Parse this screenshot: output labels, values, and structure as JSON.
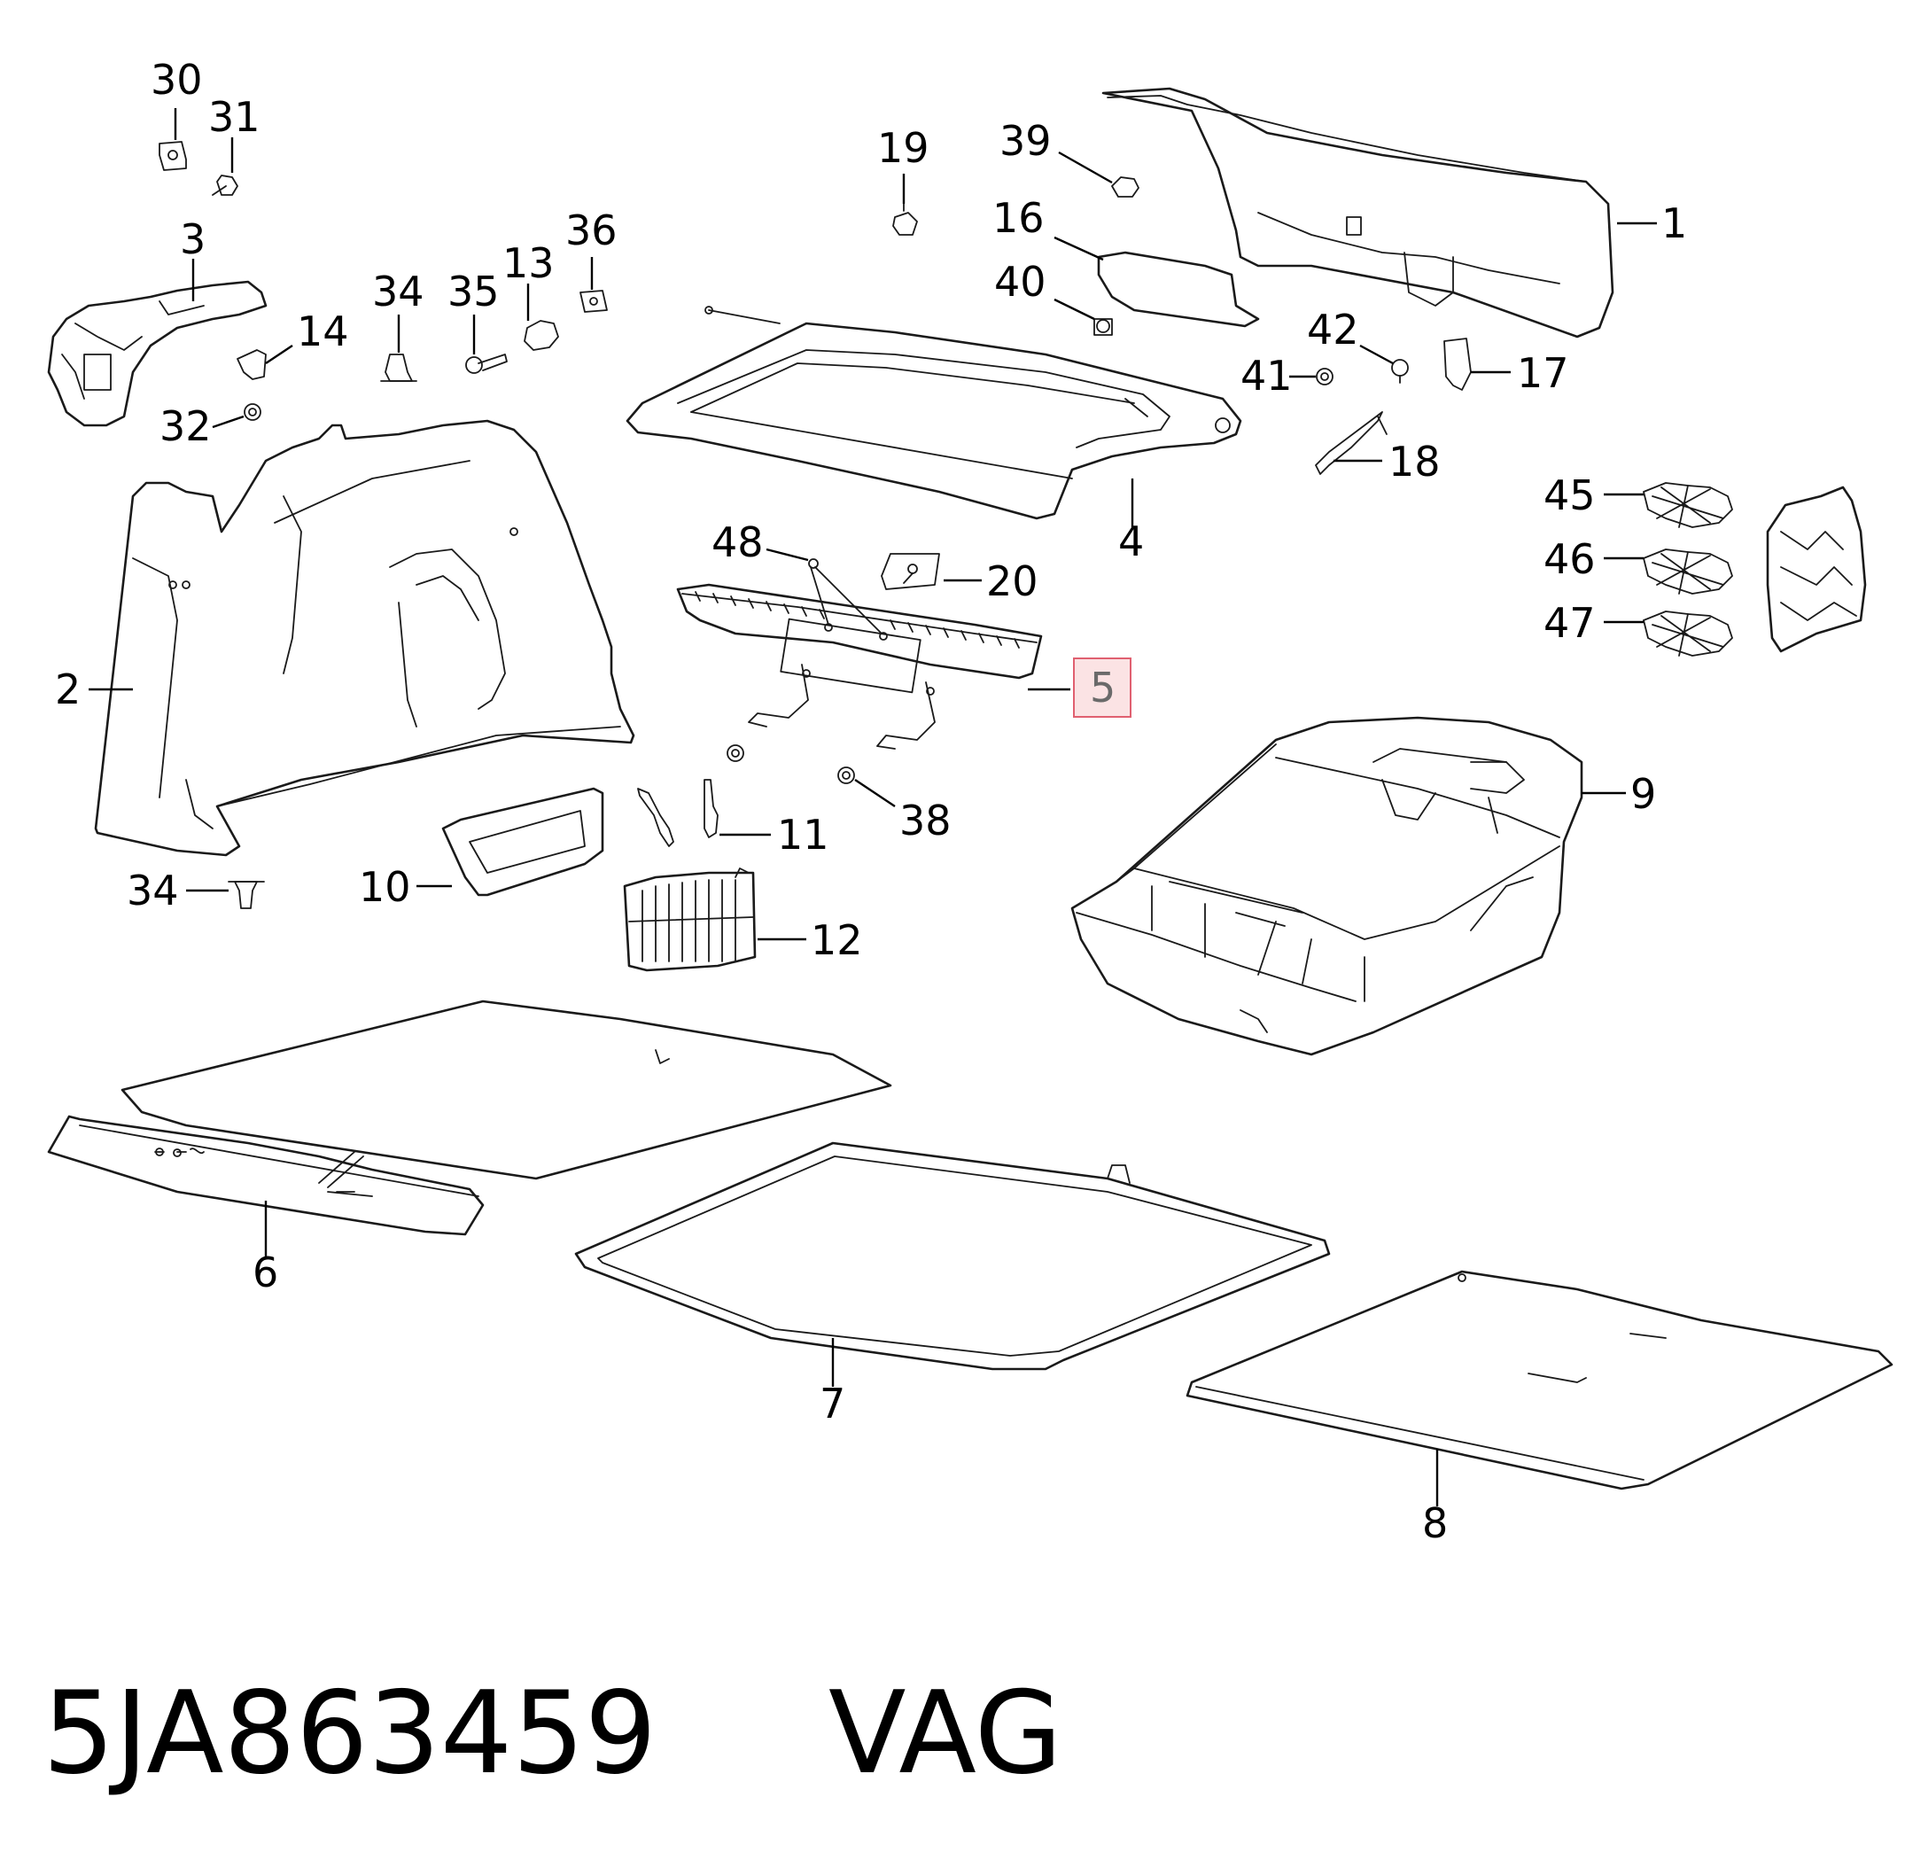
{
  "diagram": {
    "callouts": [
      {
        "id": "1",
        "label": "1"
      },
      {
        "id": "2",
        "label": "2"
      },
      {
        "id": "3",
        "label": "3"
      },
      {
        "id": "4",
        "label": "4"
      },
      {
        "id": "5",
        "label": "5",
        "highlighted": true
      },
      {
        "id": "6",
        "label": "6"
      },
      {
        "id": "7",
        "label": "7"
      },
      {
        "id": "8",
        "label": "8"
      },
      {
        "id": "9",
        "label": "9"
      },
      {
        "id": "10",
        "label": "10"
      },
      {
        "id": "11",
        "label": "11"
      },
      {
        "id": "12",
        "label": "12"
      },
      {
        "id": "13",
        "label": "13"
      },
      {
        "id": "14",
        "label": "14"
      },
      {
        "id": "16",
        "label": "16"
      },
      {
        "id": "17",
        "label": "17"
      },
      {
        "id": "18",
        "label": "18"
      },
      {
        "id": "19",
        "label": "19"
      },
      {
        "id": "20",
        "label": "20"
      },
      {
        "id": "30",
        "label": "30"
      },
      {
        "id": "31",
        "label": "31"
      },
      {
        "id": "32",
        "label": "32"
      },
      {
        "id": "34a",
        "label": "34"
      },
      {
        "id": "34b",
        "label": "34"
      },
      {
        "id": "35",
        "label": "35"
      },
      {
        "id": "36",
        "label": "36"
      },
      {
        "id": "38",
        "label": "38"
      },
      {
        "id": "39",
        "label": "39"
      },
      {
        "id": "40",
        "label": "40"
      },
      {
        "id": "41",
        "label": "41"
      },
      {
        "id": "42",
        "label": "42"
      },
      {
        "id": "45",
        "label": "45"
      },
      {
        "id": "46",
        "label": "46"
      },
      {
        "id": "47",
        "label": "47"
      },
      {
        "id": "48",
        "label": "48"
      }
    ],
    "highlight_color": "#fbe3e4",
    "highlight_border": "#e06070"
  },
  "footer": {
    "part_number": "5JA863459",
    "brand": "VAG"
  }
}
